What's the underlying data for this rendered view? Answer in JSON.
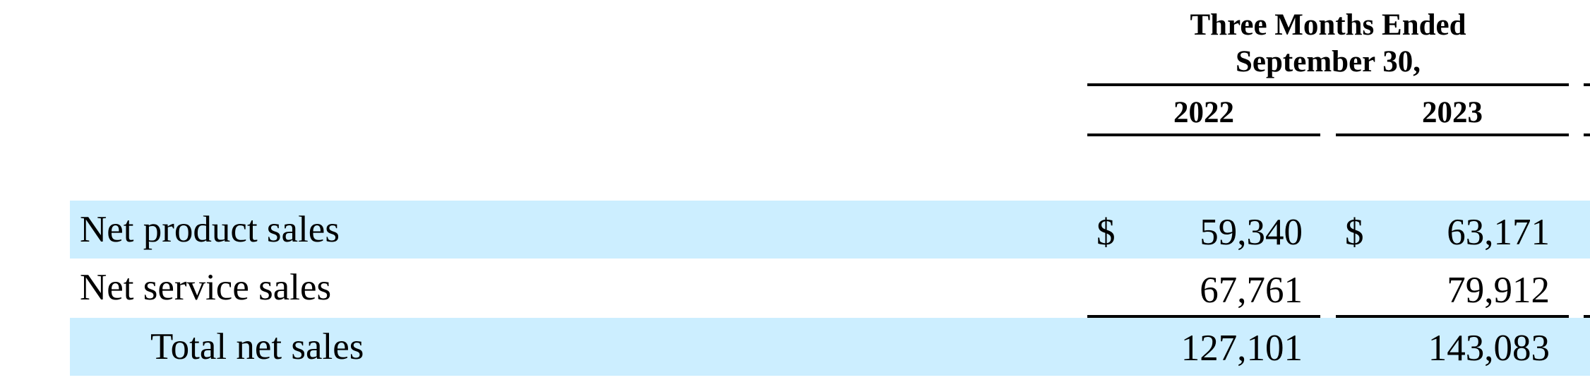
{
  "table": {
    "header": {
      "period_line1": "Three Months Ended",
      "period_line2": "September 30,",
      "years": [
        "2022",
        "2023"
      ]
    },
    "rows": [
      {
        "label": "Net product sales",
        "currency_2022": "$",
        "value_2022": "59,340",
        "currency_2023": "$",
        "value_2023": "63,171"
      },
      {
        "label": "Net service sales",
        "currency_2022": "",
        "value_2022": "67,761",
        "currency_2023": "",
        "value_2023": "79,912"
      },
      {
        "label": "Total net sales",
        "currency_2022": "",
        "value_2022": "127,101",
        "currency_2023": "",
        "value_2023": "143,083"
      }
    ]
  }
}
